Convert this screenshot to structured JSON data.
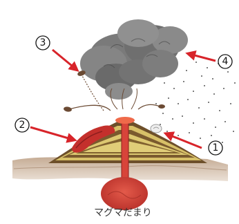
{
  "labels": {
    "l1": "1",
    "l2": "2",
    "l3": "3",
    "l4": "4"
  },
  "caption": "マグマだまり",
  "colors": {
    "arrow": "#d8242a",
    "lava": "#c4302c",
    "magma": "#d8443a",
    "layer_yellow": "#d9c46a",
    "layer_brown": "#7a5a2e",
    "smoke": "#6d6d6d",
    "ground": "#a9876a"
  }
}
